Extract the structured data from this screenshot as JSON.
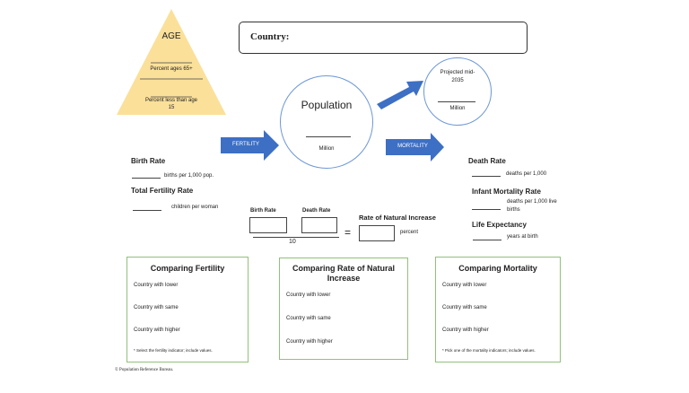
{
  "age": {
    "title": "AGE",
    "pct65_label": "Percent ages 65+",
    "pct15_label": "Percent less than age 15"
  },
  "country": {
    "label": "Country:",
    "value": ""
  },
  "population": {
    "title": "Population",
    "unit": "Million"
  },
  "projected": {
    "title": "Projected mid-2035",
    "unit": "Million"
  },
  "arrows": {
    "fertility": "FERTILITY",
    "mortality": "MORTALITY"
  },
  "birth_rate": {
    "title": "Birth Rate",
    "unit": "births per 1,000 pop."
  },
  "tfr": {
    "title": "Total Fertility Rate",
    "unit": "children per woman"
  },
  "rni": {
    "birth_label": "Birth Rate",
    "death_label": "Death Rate",
    "divisor": "10",
    "equals": "=",
    "title": "Rate of Natural Increase",
    "unit": "percent"
  },
  "death_rate": {
    "title": "Death Rate",
    "unit": "deaths per 1,000"
  },
  "imr": {
    "title": "Infant Mortality Rate",
    "unit": "deaths per 1,000 live births"
  },
  "life_exp": {
    "title": "Life Expectancy",
    "unit": "years at birth"
  },
  "compare_fertility": {
    "title": "Comparing Fertility",
    "rows": [
      "Country with lower",
      "Country with same",
      "Country with higher"
    ],
    "note": "* Select the fertility indicator; include values."
  },
  "compare_rni": {
    "title": "Comparing Rate of Natural Increase",
    "rows": [
      "Country with lower",
      "Country with same",
      "Country with higher"
    ]
  },
  "compare_mortality": {
    "title": "Comparing Mortality",
    "rows": [
      "Country with lower",
      "Country with same",
      "Country with higher"
    ],
    "note": "* Pick one of the mortality indicators; include values."
  },
  "copyright": "© Population Reference Bureau.",
  "colors": {
    "pyramid": "#fbe09a",
    "arrow": "#3d6fc4",
    "circle": "#6d97d6",
    "box_border": "#8fc27a"
  }
}
